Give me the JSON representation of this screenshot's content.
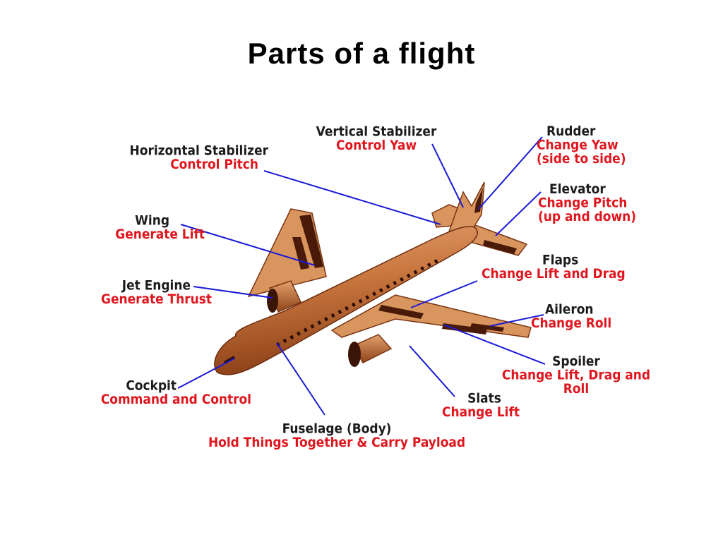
{
  "title": "Parts of a flight",
  "colors": {
    "part_name": "#1c1c1c",
    "function_text": "#e0161e",
    "leader_line": "#1a1ad6",
    "airplane_body": "#d9955e",
    "airplane_shadow": "#5a2410"
  },
  "parts": [
    {
      "name": "Vertical Stabilizer",
      "function": "Control Yaw"
    },
    {
      "name": "Rudder",
      "function": "Change Yaw\n(side to side)"
    },
    {
      "name": "Horizontal Stabilizer",
      "function": "Control Pitch"
    },
    {
      "name": "Elevator",
      "function": "Change Pitch\n(up and down)"
    },
    {
      "name": "Wing",
      "function": "Generate Lift"
    },
    {
      "name": "Flaps",
      "function": "Change Lift and Drag"
    },
    {
      "name": "Jet Engine",
      "function": "Generate Thrust"
    },
    {
      "name": "Aileron",
      "function": "Change Roll"
    },
    {
      "name": "Spoiler",
      "function": "Change Lift, Drag and\nRoll"
    },
    {
      "name": "Cockpit",
      "function": "Command and Control"
    },
    {
      "name": "Slats",
      "function": "Change Lift"
    },
    {
      "name": "Fuselage (Body)",
      "function": "Hold Things Together & Carry Payload"
    }
  ]
}
